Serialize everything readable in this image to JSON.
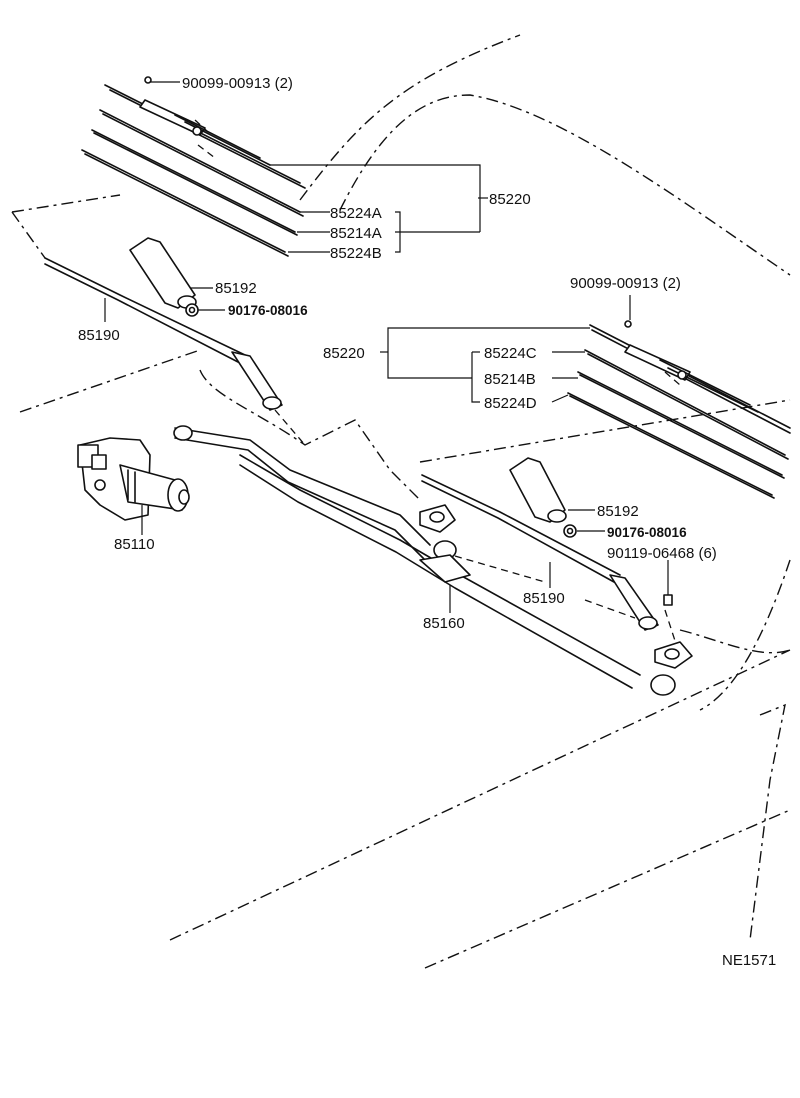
{
  "diagram_code": "NE1571",
  "parts": {
    "screw_top_left": "90099-00913 (2)",
    "blade_assy_left": "85220",
    "blade_rubber_left_a": "85224A",
    "blade_backing_left": "85214A",
    "blade_rubber_left_b": "85224B",
    "cap_left": "85192",
    "nut_left": "90176-08016",
    "arm_left": "85190",
    "screw_top_right": "90099-00913 (2)",
    "blade_assy_right": "85220",
    "blade_rubber_right_c": "85224C",
    "blade_backing_right": "85214B",
    "blade_rubber_right_d": "85224D",
    "cap_right": "85192",
    "nut_right": "90176-08016",
    "bolt_right": "90119-06468 (6)",
    "arm_right": "85190",
    "motor": "85110",
    "link_assy": "85160"
  }
}
